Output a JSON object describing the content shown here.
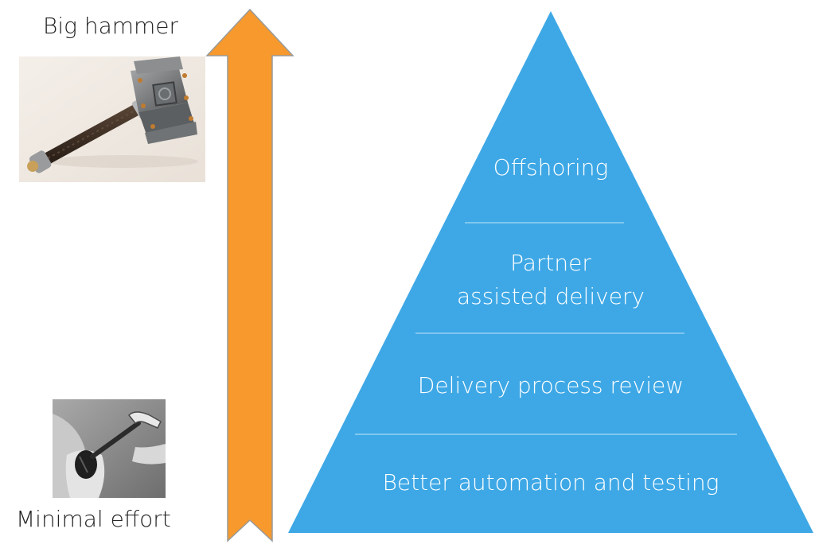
{
  "scale": {
    "top_caption": "Big hammer",
    "bottom_caption": "Minimal effort",
    "top_image_icon": "big-warhammer",
    "bottom_image_icon": "tiny-hammer-on-fingertip",
    "arrow_color": "#f7992c"
  },
  "pyramid": {
    "color": "#3ea8e6",
    "divider_color": "#a9d8f3",
    "tiers": [
      {
        "lines": [
          "Offshoring"
        ]
      },
      {
        "lines": [
          "Partner",
          "assisted delivery"
        ]
      },
      {
        "lines": [
          "Delivery process review"
        ]
      },
      {
        "lines": [
          "Better automation and testing"
        ]
      }
    ]
  }
}
